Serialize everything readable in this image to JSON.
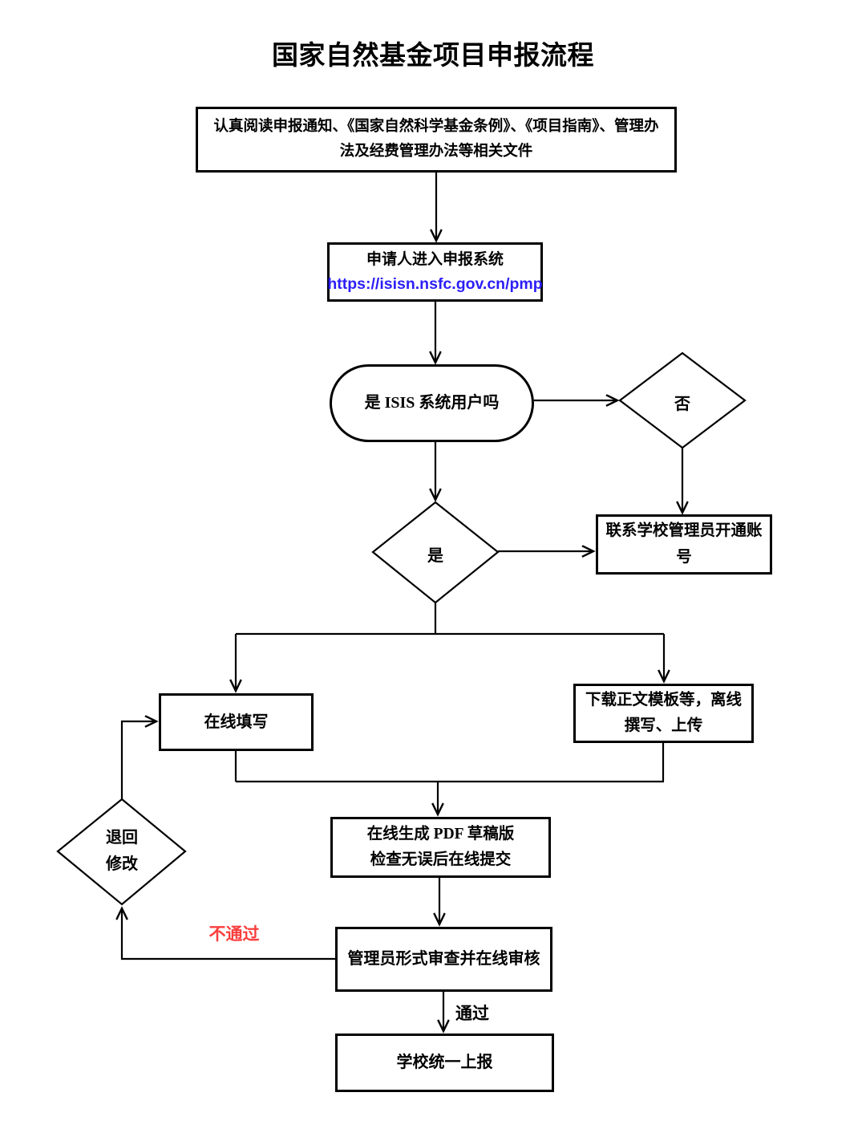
{
  "title": "国家自然基金项目申报流程",
  "nodes": {
    "read_docs": {
      "lines": [
        "认真阅读申报通知、《国家自然科学基金条例》、《项目指南》、管理办",
        "法及经费管理办法等相关文件"
      ]
    },
    "enter_system": {
      "line1": "申请人进入申报系统",
      "url": "https://isisn.nsfc.gov.cn/pmp"
    },
    "is_user": {
      "label": "是 ISIS 系统用户吗"
    },
    "decision_no": {
      "label": "否"
    },
    "decision_yes": {
      "label": "是"
    },
    "contact_admin": {
      "lines": [
        "联系学校管理员开通账",
        "号"
      ]
    },
    "fill_online": {
      "label": "在线填写"
    },
    "download_offline": {
      "lines": [
        "下载正文模板等，离线",
        "撰写、上传"
      ]
    },
    "generate_pdf": {
      "lines": [
        "在线生成 PDF 草稿版",
        "检查无误后在线提交"
      ]
    },
    "return_modify": {
      "lines": [
        "退回",
        "修改"
      ]
    },
    "admin_review": {
      "label": "管理员形式审查并在线审核"
    },
    "school_submit": {
      "label": "学校统一上报"
    }
  },
  "edge_labels": {
    "fail": "不通过",
    "pass": "通过"
  },
  "colors": {
    "link_blue": "#2b1ef7",
    "fail_red": "#fa3e3e",
    "stroke_black": "#000000",
    "background": "#ffffff"
  }
}
